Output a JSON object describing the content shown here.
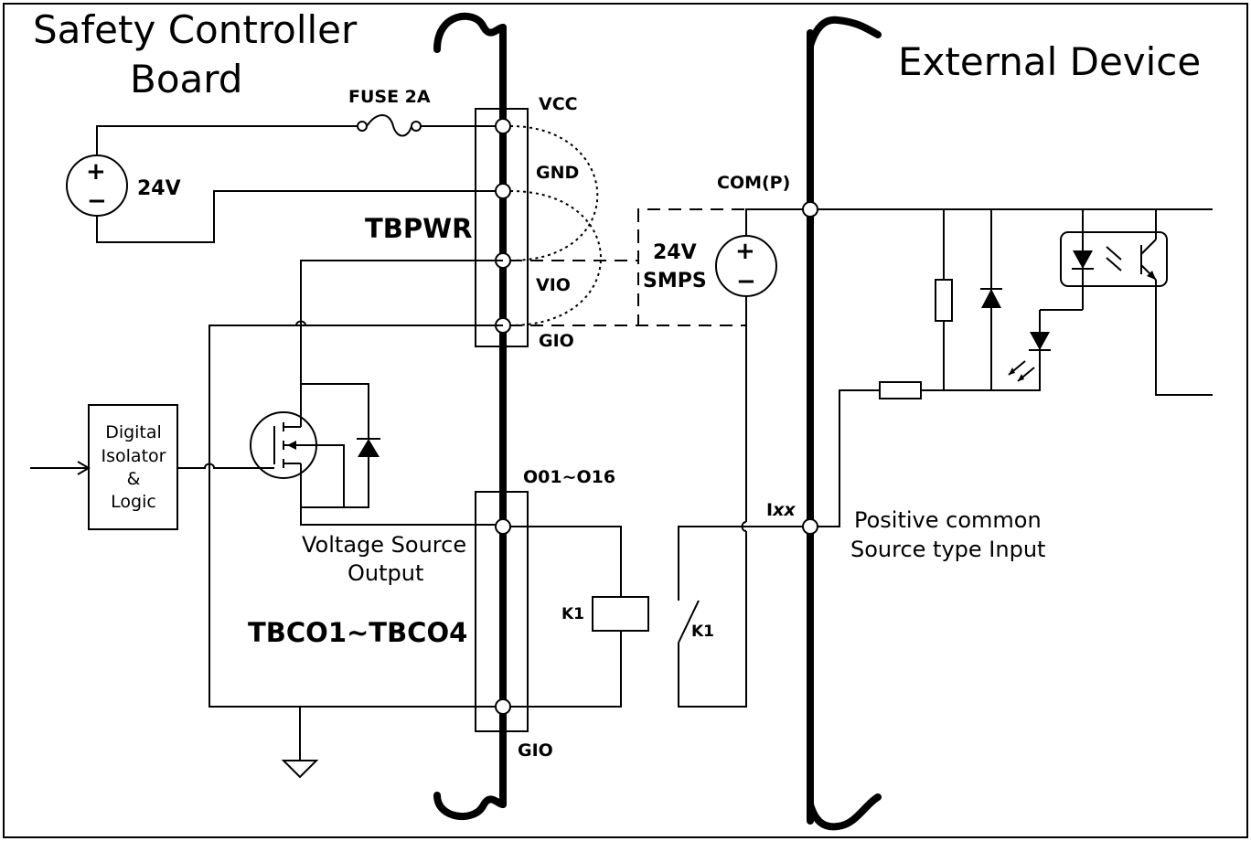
{
  "titles": {
    "board": "Safety Controller",
    "board_line2": "Board",
    "external": "External Device"
  },
  "labels": {
    "fuse": "FUSE 2A",
    "vcc": "VCC",
    "gnd": "GND",
    "vio": "VIO",
    "gio_top": "GIO",
    "tbpwr": "TBPWR",
    "supply_24v": "24V",
    "smps_24v": "24V",
    "smps": "SMPS",
    "com_p": "COM(P)",
    "o01_o16": "O01~O16",
    "gio_bottom": "GIO",
    "tbco": "TBCO1~TBCO4",
    "k1_coil": "K1",
    "k1_contact": "K1",
    "ixx_prefix": "I",
    "ixx_suffix": "xx",
    "positive_common": "Positive common",
    "source_type_input": "Source type Input",
    "voltage_source": "Voltage Source",
    "output": "Output",
    "digital_isolator_1": "Digital",
    "digital_isolator_2": "Isolator",
    "digital_isolator_3": "&",
    "digital_isolator_4": "Logic",
    "plus": "+",
    "minus": "−"
  }
}
